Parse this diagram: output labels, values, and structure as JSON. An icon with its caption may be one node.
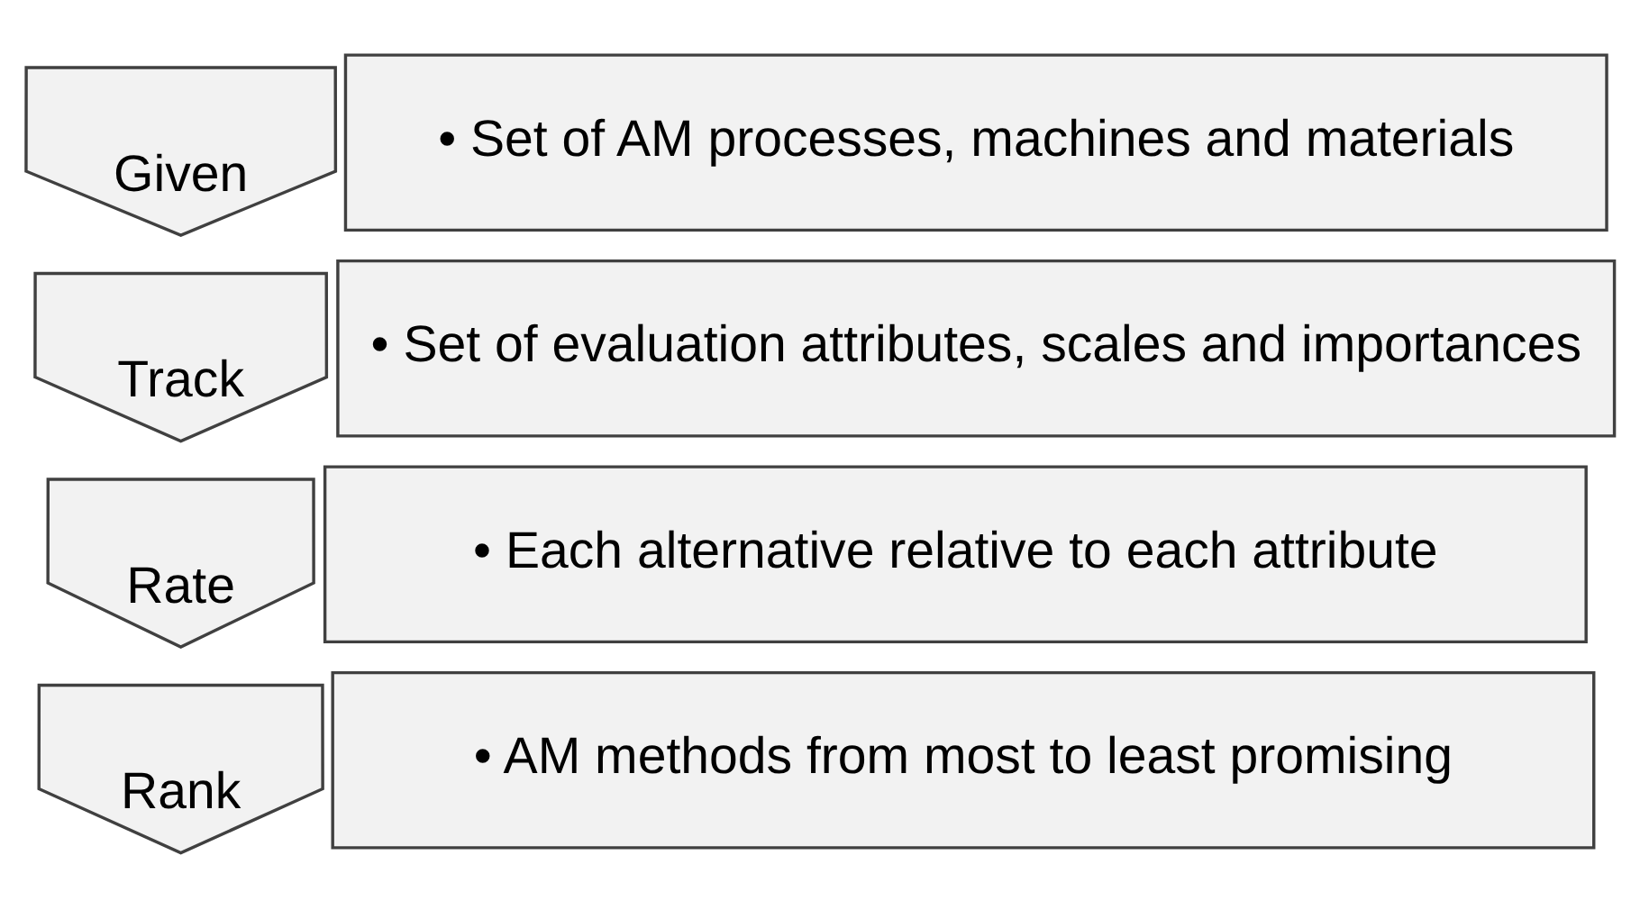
{
  "diagram": {
    "nodes": [
      {
        "text": [
          "Given"
        ]
      },
      {
        "text": [
          "• Set of AM processes, machines and materials"
        ]
      },
      {
        "text": [
          "Track"
        ]
      },
      {
        "text": [
          "• Set of evaluation attributes, scales and importances"
        ]
      },
      {
        "text": [
          "Rate"
        ]
      },
      {
        "text": [
          "• Each alternative relative to each attribute"
        ]
      },
      {
        "text": [
          "Rank"
        ]
      },
      {
        "text": [
          "• AM methods from most to least promising"
        ]
      }
    ]
  }
}
